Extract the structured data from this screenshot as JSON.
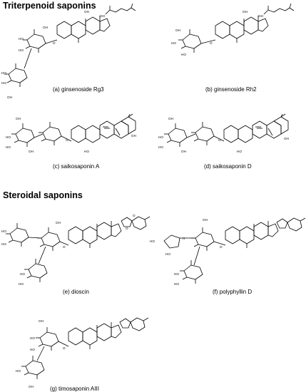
{
  "sections": {
    "triterpenoid": "Triterpenoid saponins",
    "steroidal": "Steroidal saponins"
  },
  "compounds": [
    {
      "id": "rg3",
      "caption": "(a) ginsenoside Rg3"
    },
    {
      "id": "rh2",
      "caption": "(b) ginsenoside Rh2"
    },
    {
      "id": "ssa",
      "caption": "(c) saikosaponin A"
    },
    {
      "id": "ssd",
      "caption": "(d) saikosaponin D"
    },
    {
      "id": "dio",
      "caption": "(e) dioscin"
    },
    {
      "id": "ppd",
      "caption": "(f) polyphyllin D"
    },
    {
      "id": "tim",
      "caption": "(g) timosaponin AIII"
    }
  ],
  "atom_labels": {
    "oh": "OH",
    "ho": "HO",
    "o": "O",
    "h": "H"
  }
}
